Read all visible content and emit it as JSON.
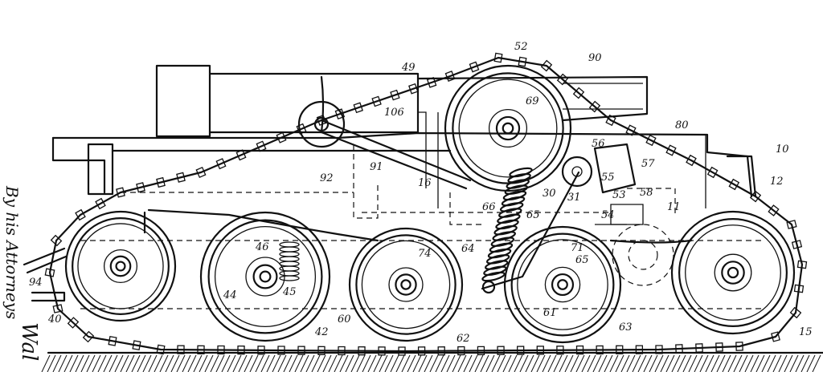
{
  "figure": {
    "attorney_text": "By his Attorneys",
    "signature_text": "Wal",
    "reference_numerals": [
      "10",
      "11",
      "12",
      "15",
      "16",
      "30",
      "31",
      "40",
      "42",
      "44",
      "45",
      "46",
      "49",
      "52",
      "53",
      "54",
      "55",
      "56",
      "57",
      "58",
      "60",
      "61",
      "62",
      "63",
      "64",
      "65",
      "65",
      "66",
      "69",
      "71",
      "74",
      "80",
      "90",
      "91",
      "92",
      "94",
      "106"
    ]
  }
}
